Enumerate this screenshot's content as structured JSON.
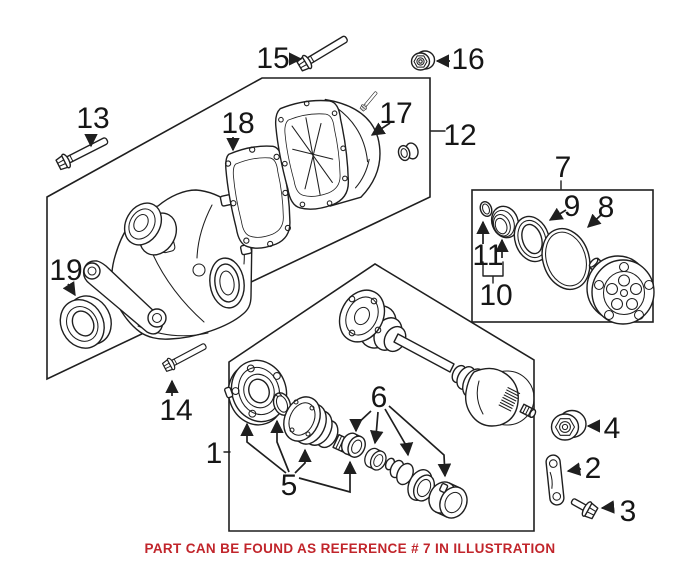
{
  "colors": {
    "ink": "#1f1f1f",
    "note-red": "#c1252b",
    "background": "#ffffff"
  },
  "note": {
    "text": "PART CAN BE FOUND AS REFERENCE # 7 IN ILLUSTRATION"
  },
  "callouts": [
    {
      "label": "1"
    },
    {
      "label": "2"
    },
    {
      "label": "3"
    },
    {
      "label": "4"
    },
    {
      "label": "5"
    },
    {
      "label": "6"
    },
    {
      "label": "7"
    },
    {
      "label": "8"
    },
    {
      "label": "9"
    },
    {
      "label": "10"
    },
    {
      "label": "11"
    },
    {
      "label": "12"
    },
    {
      "label": "13"
    },
    {
      "label": "14"
    },
    {
      "label": "15"
    },
    {
      "label": "16"
    },
    {
      "label": "17"
    },
    {
      "label": "18"
    },
    {
      "label": "19"
    }
  ]
}
